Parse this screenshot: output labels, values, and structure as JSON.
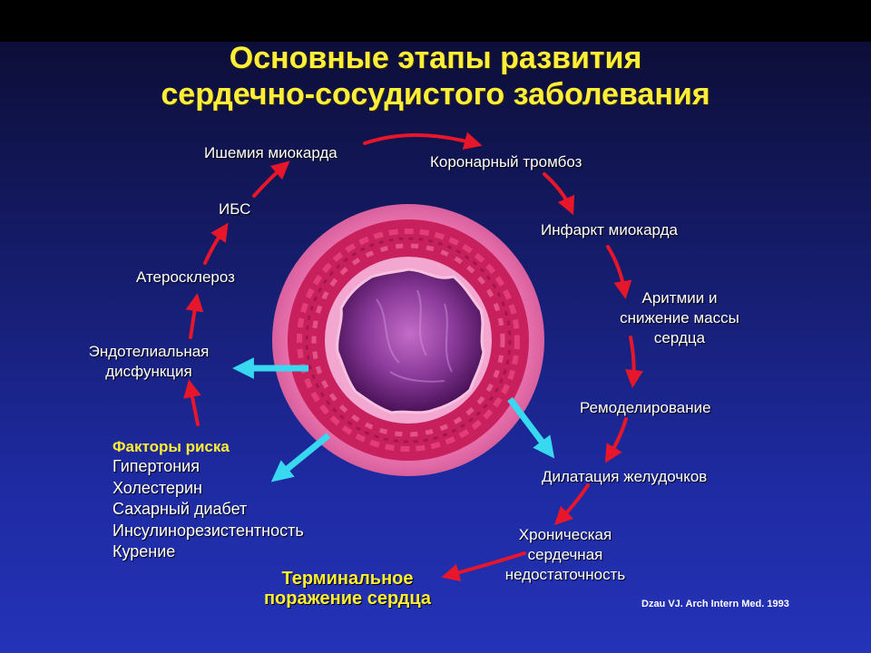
{
  "title": {
    "line1": "Основные этапы развития",
    "line2": "сердечно-сосудистого заболевания"
  },
  "cycle": {
    "ischemia": "Ишемия миокарда",
    "thrombosis": "Коронарный тромбоз",
    "infarction": "Инфаркт миокарда",
    "arrhythmia": [
      "Аритмии и",
      "снижение массы",
      "сердца"
    ],
    "remodeling": "Ремоделирование",
    "dilation": "Дилатация желудочков",
    "heart_failure": [
      "Хроническая",
      "сердечная",
      "недостаточность"
    ],
    "terminal": [
      "Терминальное",
      "поражение сердца"
    ],
    "endothelial": [
      "Эндотелиальная",
      "дисфункция"
    ],
    "atherosclerosis": "Атеросклероз",
    "ibs": "ИБС"
  },
  "risk_factors": {
    "title": "Факторы риска",
    "items": [
      "Гипертония",
      "Холестерин",
      "Сахарный диабет",
      "Инсулинорезистентность",
      "Курение"
    ]
  },
  "citation": "Dzau VJ. Arch Intern Med. 1993",
  "colors": {
    "title": "#ffef3a",
    "arrow_red": "#e8162a",
    "arrow_cyan": "#38d8f0",
    "vessel_outer": "#e08ab8",
    "vessel_muscle": "#c8205c",
    "lumen": "#8a3a9a"
  }
}
